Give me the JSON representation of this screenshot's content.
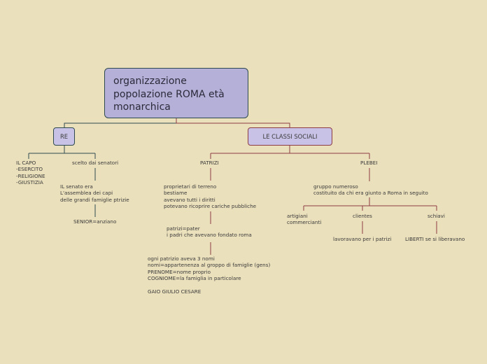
{
  "root": {
    "lines": [
      "organizzazione",
      "popolazione ROMA età",
      "monarchica"
    ]
  },
  "re": {
    "label": "RE",
    "capo": [
      "IL CAPO",
      "-ESERCITO",
      "-RELIGIONE",
      "-GIUSTIZIA"
    ],
    "scelto": "scelto dai senatori",
    "senato": [
      "IL senato era",
      "L'assemblea dei capi",
      "delle grandi famiglie ptrizie"
    ],
    "senior": "SENIOR=anziano"
  },
  "classi": {
    "label": "LE CLASSI SOCIALI",
    "patrizi": {
      "label": "PATRIZI",
      "info": [
        "proprietari di terreno",
        "bestiame",
        "avevano tutti i diritti",
        "potevano ricoprire cariche pubbliche"
      ],
      "pater": [
        "patrizi=pater",
        "i padri che avevano fondato roma"
      ],
      "nomi": [
        "ogni patrizio aveva 3 nomi",
        "nomi=appartenenza al groppo di famiglie (gens)",
        "PRENOME=nome proprio",
        "COGNIOME=la famiglia in particolare",
        "",
        "GAIO GIULIO CESARE"
      ]
    },
    "plebei": {
      "label": "PLEBEI",
      "info": [
        "gruppo numeroso",
        "costituito da chi era giunto a Roma in seguito"
      ],
      "artigiani": [
        "artigiani",
        "commercianti"
      ],
      "clientes": "clientes",
      "clientes_desc": "lavoravano per i patrizi",
      "schiavi": "schiavi",
      "schiavi_desc": "LIBERTI se si liberavano"
    }
  }
}
